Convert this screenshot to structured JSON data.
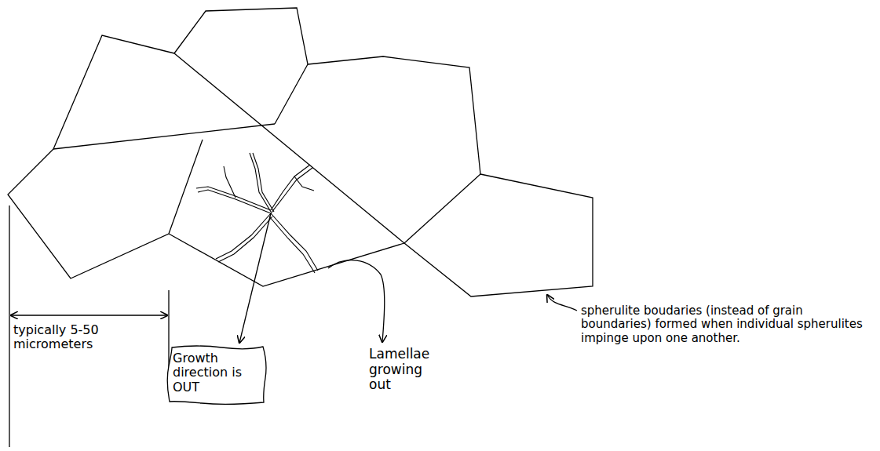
{
  "diagram": {
    "nodes": [
      {
        "text": [
          "Growth direction is OUT"
        ]
      }
    ],
    "labels": [
      "typically 5-50 micrometers",
      "Lamellae growing out",
      "spherulite boudaries (instead of grain boundaries) formed when individual spherulites impinge upon one another."
    ]
  }
}
